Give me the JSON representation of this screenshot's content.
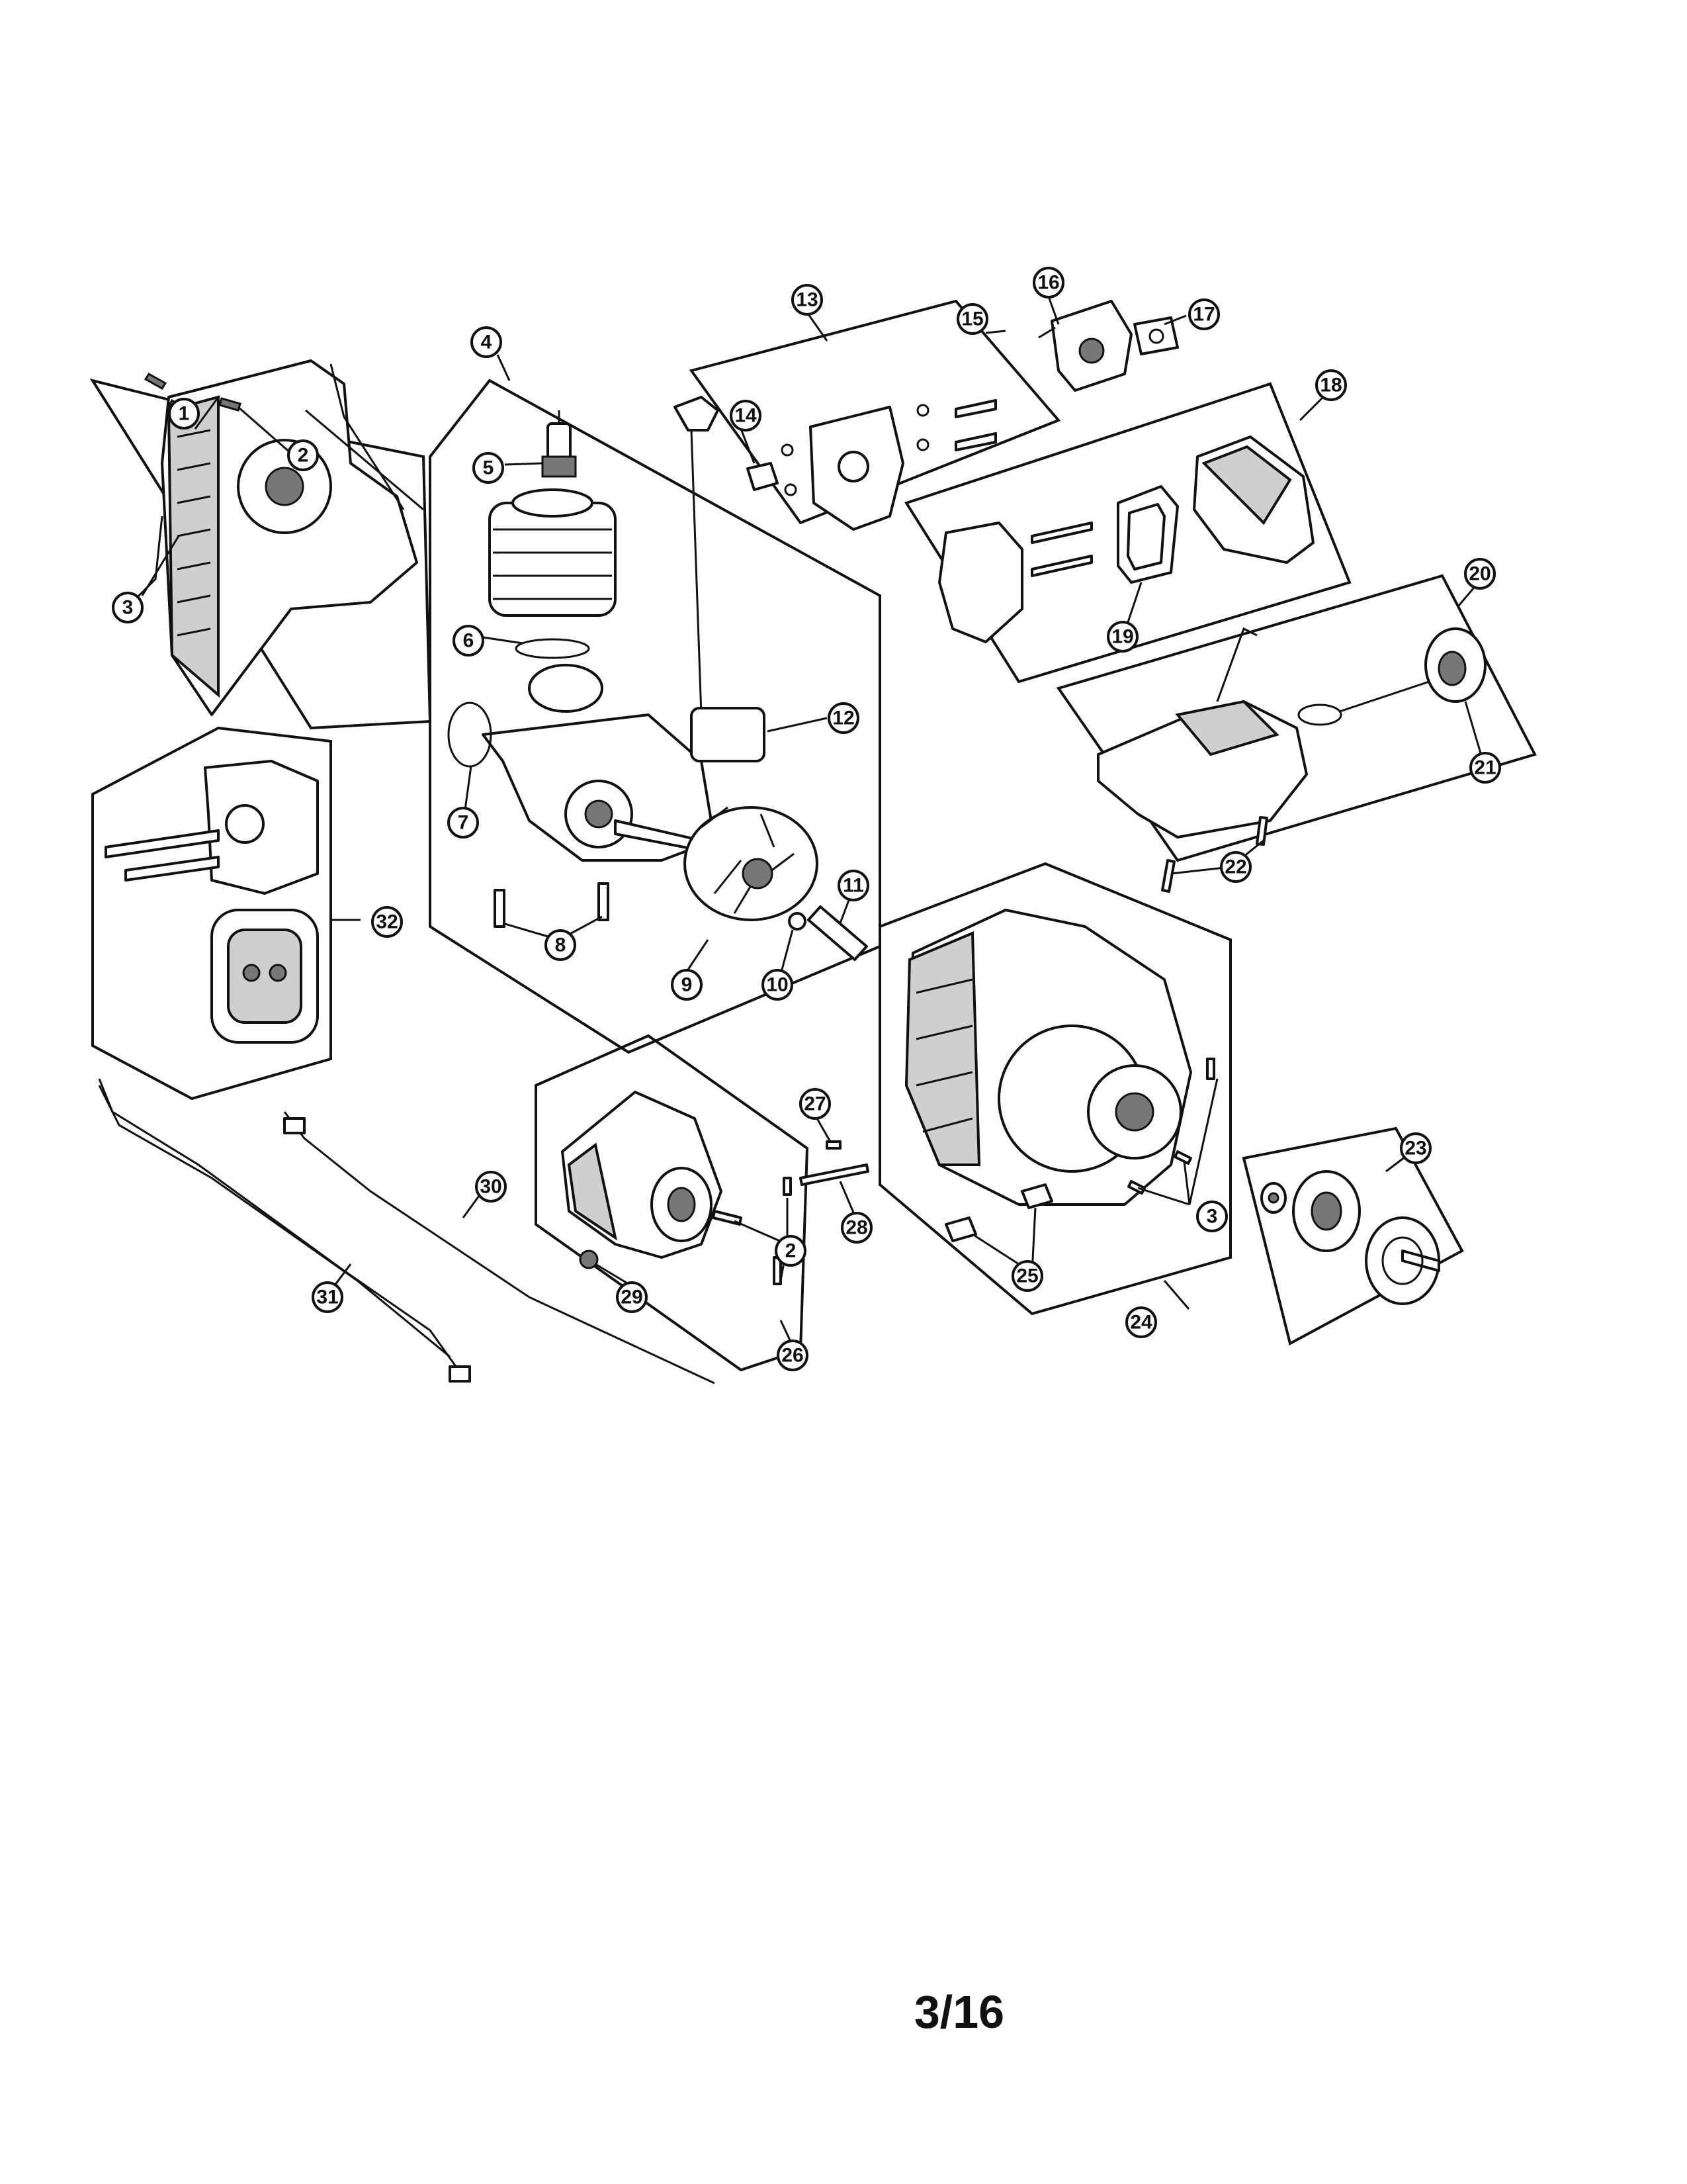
{
  "page_number": "3/16",
  "callouts": {
    "c1": "1",
    "c2": "2",
    "c3": "3",
    "c4": "4",
    "c5": "5",
    "c6": "6",
    "c7": "7",
    "c8": "8",
    "c9": "9",
    "c10": "10",
    "c11": "11",
    "c12": "12",
    "c13": "13",
    "c14": "14",
    "c15": "15",
    "c16": "16",
    "c17": "17",
    "c18": "18",
    "c19": "19",
    "c20": "20",
    "c21": "21",
    "c22": "22",
    "c23": "23",
    "c24": "24",
    "c25": "25",
    "c26": "26",
    "c27": "27",
    "c28": "28",
    "c29": "29",
    "c30": "30",
    "c31": "31",
    "c32": "32",
    "c2b": "2",
    "c3b": "3"
  }
}
